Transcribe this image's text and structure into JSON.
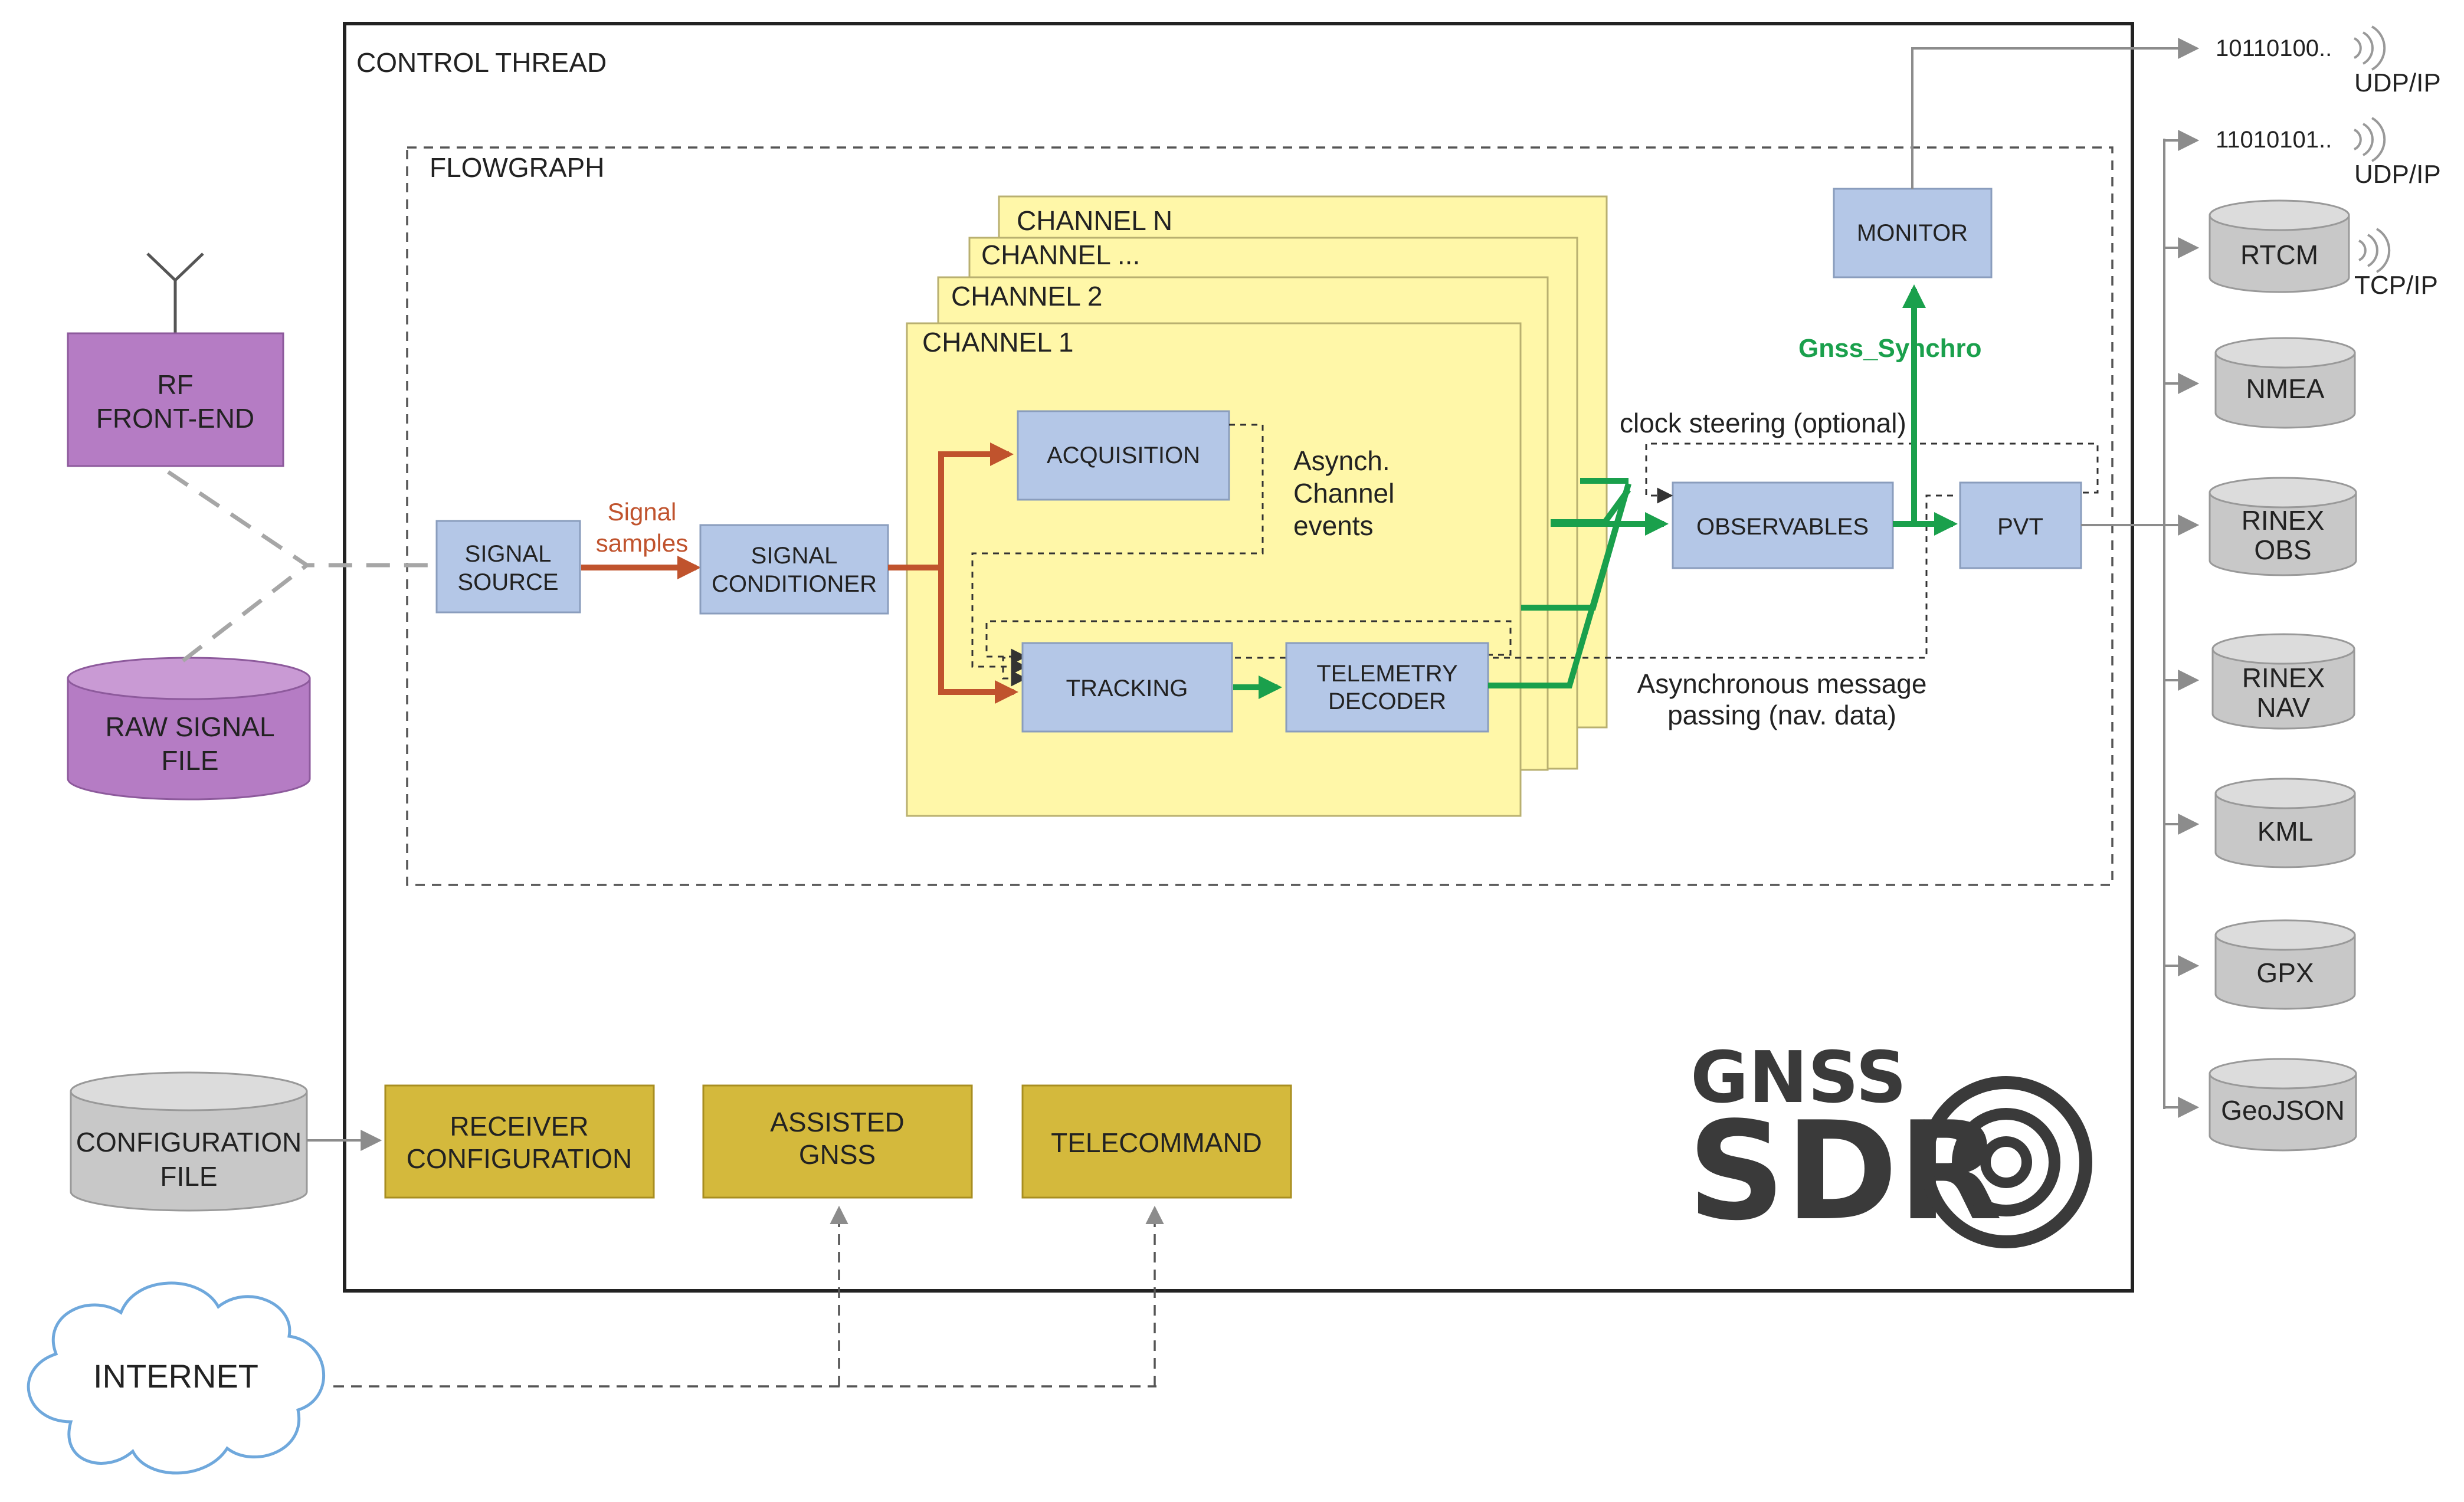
{
  "control_thread": {
    "label": "CONTROL THREAD"
  },
  "flowgraph": {
    "label": "FLOWGRAPH"
  },
  "inputs": {
    "rf_front_end": [
      "RF",
      "FRONT-END"
    ],
    "raw_signal_file": [
      "RAW SIGNAL",
      "FILE"
    ],
    "configuration_file": [
      "CONFIGURATION",
      "FILE"
    ],
    "internet": "INTERNET"
  },
  "blocks": {
    "signal_source": [
      "SIGNAL",
      "SOURCE"
    ],
    "signal_samples": [
      "Signal",
      "samples"
    ],
    "signal_conditioner": [
      "SIGNAL",
      "CONDITIONER"
    ],
    "acquisition": "ACQUISITION",
    "tracking": "TRACKING",
    "telemetry_decoder": [
      "TELEMETRY",
      "DECODER"
    ],
    "asynch_events": [
      "Asynch.",
      "Channel",
      "events"
    ],
    "observables": "OBSERVABLES",
    "pvt": "PVT",
    "monitor": "MONITOR",
    "gnss_synchro": "Gnss_Synchro",
    "clock_steering": "clock steering (optional)",
    "async_message": [
      "Asynchronous message",
      "passing (nav. data)"
    ]
  },
  "channels": [
    "CHANNEL N",
    "CHANNEL ...",
    "CHANNEL 2",
    "CHANNEL 1"
  ],
  "services": {
    "receiver_configuration": [
      "RECEIVER",
      "CONFIGURATION"
    ],
    "assisted_gnss": [
      "ASSISTED",
      "GNSS"
    ],
    "telecommand": "TELECOMMAND"
  },
  "outputs": {
    "stream_1": {
      "bits": "10110100..",
      "protocol": "UDP/IP"
    },
    "stream_2": {
      "bits": "11010101..",
      "protocol": "UDP/IP"
    },
    "rtcm": {
      "label": "RTCM",
      "protocol": "TCP/IP"
    },
    "nmea": "NMEA",
    "rinex_obs": [
      "RINEX",
      "OBS"
    ],
    "rinex_nav": [
      "RINEX",
      "NAV"
    ],
    "kml": "KML",
    "gpx": "GPX",
    "geojson": "GeoJSON"
  },
  "logo": {
    "line1": "GNSS",
    "line2": "SDR"
  },
  "colors": {
    "block_blue": "#b4c7e7",
    "input_purple": "#b57cc4",
    "service_gold": "#d4b93c",
    "channel_yellow": "#fff7a8",
    "sample_arrow_red": "#c0532d",
    "synchro_arrow_green": "#1aa04c",
    "output_grey": "#c8c8c8"
  }
}
